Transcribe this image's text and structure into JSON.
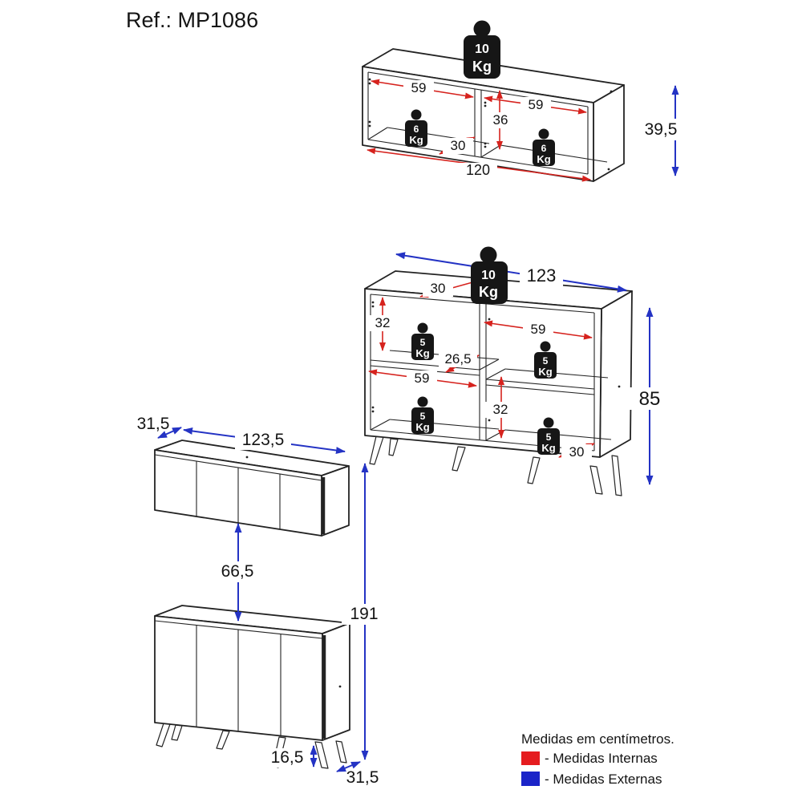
{
  "title": "Ref.: MP1086",
  "colors": {
    "internal_dim_arrow": "#d6231e",
    "external_dim_arrow": "#2433c4",
    "legend_internal": "#e51c1f",
    "legend_external": "#1b24c8"
  },
  "legend": {
    "heading": "Medidas em centímetros.",
    "internal_label": "- Medidas Internas",
    "external_label": "- Medidas Externas",
    "internal_color": "#e51c1f",
    "external_color": "#1b24c8"
  },
  "weights": {
    "kg": "Kg",
    "d1_top": "10",
    "d1_left": "6",
    "d1_right": "6",
    "d2_top": "10",
    "d2_upper_left": "5",
    "d2_upper_right": "5",
    "d2_lower_left": "5",
    "d2_lower_right": "5"
  },
  "d1": {
    "w_left": "59",
    "w_right": "59",
    "h_inner": "36",
    "depth": "30",
    "width": "120",
    "height": "39,5"
  },
  "d2": {
    "width": "123",
    "depth_top": "30",
    "h_upper": "32",
    "w_upper_right": "59",
    "shelf_gap": "26,5",
    "w_mid_left": "59",
    "h_lower": "32",
    "depth_bottom": "30",
    "height": "85"
  },
  "d3": {
    "depth": "31,5",
    "width": "123,5"
  },
  "d4": {
    "gap": "66,5",
    "total_height": "191",
    "leg_height": "16,5",
    "depth": "31,5"
  }
}
